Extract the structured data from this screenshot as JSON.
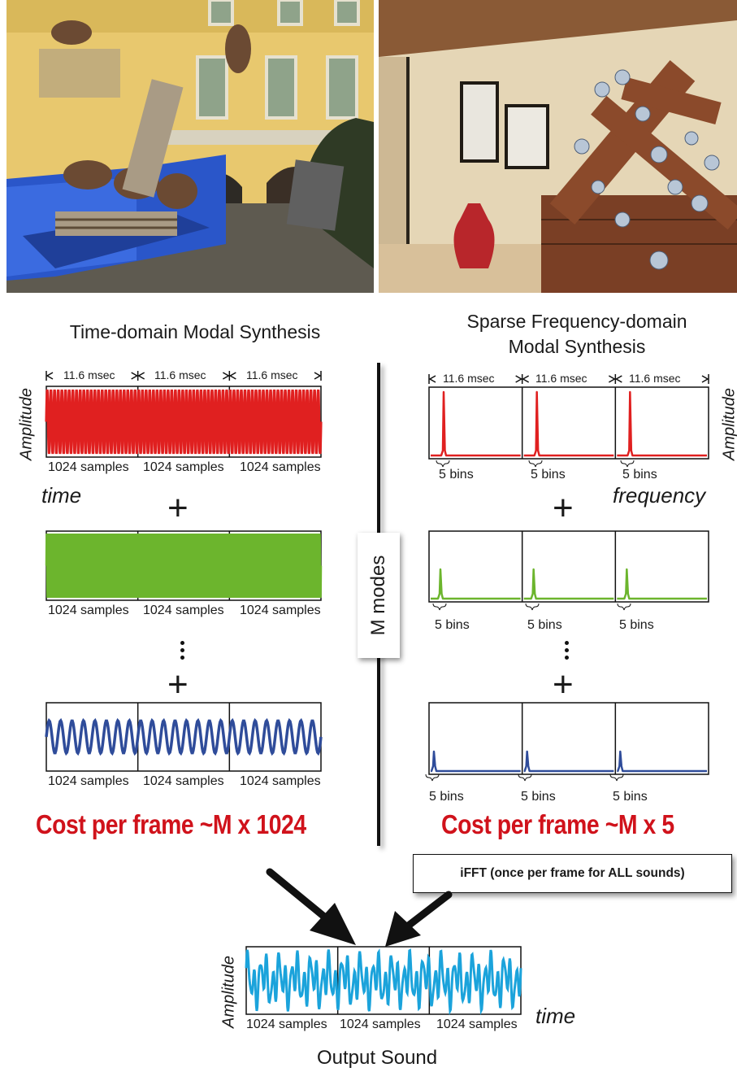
{
  "colors": {
    "red": "#e02020",
    "green": "#6cb52d",
    "blue": "#2f4c9a",
    "cyan": "#1ba3db",
    "cost_red": "#d0121b"
  },
  "left": {
    "heading": "Time-domain Modal Synthesis",
    "frame_duration": "11.6 msec",
    "samples_label": "1024 samples",
    "axis_x": "time",
    "axis_y": "Amplitude",
    "plus": "+",
    "cost": "Cost per frame ~M x 1024"
  },
  "right": {
    "heading_line1": "Sparse Frequency-domain",
    "heading_line2": "Modal Synthesis",
    "frame_duration": "11.6 msec",
    "bins_label": "5 bins",
    "axis_x": "frequency",
    "axis_y": "Amplitude",
    "plus": "+",
    "cost": "Cost per frame ~M x 5"
  },
  "center": {
    "modes_label": "M modes",
    "ifft_label": "iFFT (once per frame for ALL sounds)"
  },
  "output": {
    "axis_y": "Amplitude",
    "axis_x": "time",
    "samples_label": "1024 samples",
    "title": "Output Sound"
  }
}
